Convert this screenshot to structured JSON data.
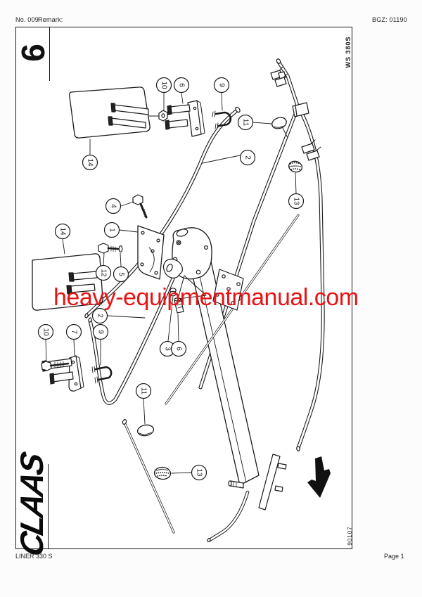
{
  "header": {
    "doc_no": "No. 009",
    "remark_label": "Remark:",
    "bgz": "BGZ: 01190"
  },
  "plate": {
    "section_number": "9",
    "top_right_code": "WS 380S",
    "bottom_right_code": "90107"
  },
  "brand": {
    "logo_text": "CLAAS"
  },
  "watermark": {
    "text": "heavy-equipmentmanual.com",
    "color": "#e81414"
  },
  "footer": {
    "model": "LINER 330 S",
    "page_label": "Page 1"
  },
  "diagram": {
    "ink_color": "#1a1a1a",
    "callouts": [
      {
        "label": "10"
      },
      {
        "label": "6"
      },
      {
        "label": "9"
      },
      {
        "label": "14"
      },
      {
        "label": "11"
      },
      {
        "label": "2"
      },
      {
        "label": "13"
      },
      {
        "label": "4"
      },
      {
        "label": "1"
      },
      {
        "label": "14"
      },
      {
        "label": "12"
      },
      {
        "label": "5"
      },
      {
        "label": "2"
      },
      {
        "label": "10"
      },
      {
        "label": "7"
      },
      {
        "label": "9"
      },
      {
        "label": "3"
      },
      {
        "label": "6"
      },
      {
        "label": "11"
      },
      {
        "label": "13"
      }
    ]
  }
}
